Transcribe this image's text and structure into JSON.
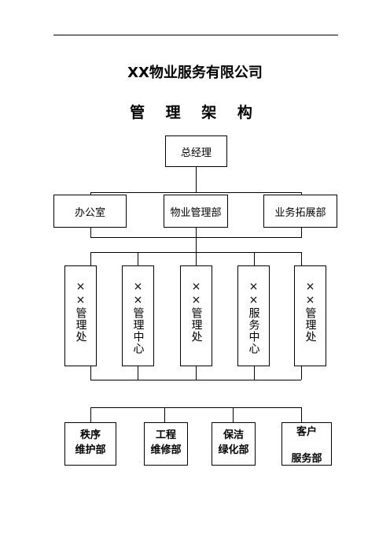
{
  "company_title": "XX物业服务有限公司",
  "chart_title": "管 理 架 构",
  "top": {
    "label": "总经理"
  },
  "level2": [
    {
      "label": "办公室"
    },
    {
      "label": "物业管理部"
    },
    {
      "label": "业务拓展部"
    }
  ],
  "level3": [
    {
      "label": "××管理处"
    },
    {
      "label": "××管理中心"
    },
    {
      "label": "××管理处"
    },
    {
      "label": "××服务中心"
    },
    {
      "label": "××管理处"
    }
  ],
  "level4": [
    {
      "line1": "秩序",
      "line2": "维护部"
    },
    {
      "line1": "工程",
      "line2": "维修部"
    },
    {
      "line1": "保洁",
      "line2": "绿化部"
    },
    {
      "line1": "客户",
      "line2": "服务部"
    }
  ]
}
